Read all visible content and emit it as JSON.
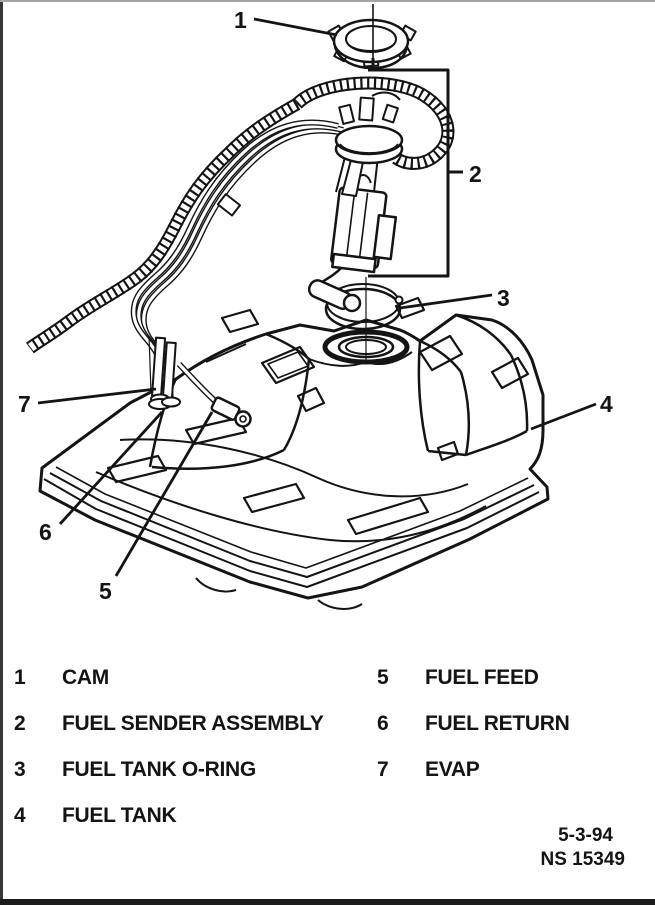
{
  "colors": {
    "ink": "#141414",
    "paper": "#ffffff"
  },
  "diagram": {
    "description": "Fuel tank and fuel sender assembly exploded view",
    "callouts": [
      {
        "label": "1",
        "target": "cam"
      },
      {
        "label": "2",
        "target": "fuel-sender-assembly"
      },
      {
        "label": "3",
        "target": "fuel-tank-o-ring"
      },
      {
        "label": "4",
        "target": "fuel-tank"
      },
      {
        "label": "5",
        "target": "fuel-feed"
      },
      {
        "label": "6",
        "target": "fuel-return"
      },
      {
        "label": "7",
        "target": "evap"
      }
    ]
  },
  "legend": {
    "items": [
      {
        "num": "1",
        "label": "CAM"
      },
      {
        "num": "2",
        "label": "FUEL SENDER ASSEMBLY"
      },
      {
        "num": "3",
        "label": "FUEL TANK O-RING"
      },
      {
        "num": "4",
        "label": "FUEL TANK"
      },
      {
        "num": "5",
        "label": "FUEL FEED"
      },
      {
        "num": "6",
        "label": "FUEL RETURN"
      },
      {
        "num": "7",
        "label": "EVAP"
      }
    ]
  },
  "footer": {
    "date": "5-3-94",
    "doc_number": "NS 15349"
  }
}
